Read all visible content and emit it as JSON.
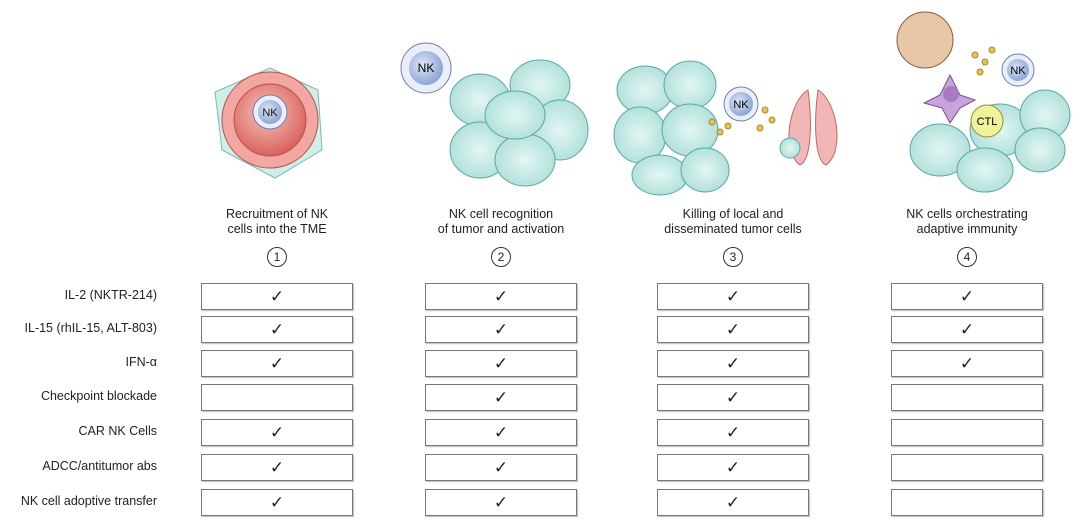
{
  "stages": [
    {
      "num": "1",
      "title_line1": "Recruitment of NK",
      "title_line2": "cells into the TME"
    },
    {
      "num": "2",
      "title_line1": "NK cell recognition",
      "title_line2": "of tumor and activation"
    },
    {
      "num": "3",
      "title_line1": "Killing of local and",
      "title_line2": "disseminated tumor cells"
    },
    {
      "num": "4",
      "title_line1": "NK cells orchestrating",
      "title_line2": "adaptive immunity"
    }
  ],
  "cell_labels": {
    "nk": "NK",
    "ctl": "CTL"
  },
  "check_symbol": "✓",
  "rows": [
    {
      "label": "IL-2 (NKTR-214)",
      "checks": [
        true,
        true,
        true,
        true
      ]
    },
    {
      "label": "IL-15 (rhIL-15, ALT-803)",
      "checks": [
        true,
        true,
        true,
        true
      ]
    },
    {
      "label": "IFN-α",
      "checks": [
        true,
        true,
        true,
        true
      ]
    },
    {
      "label": "Checkpoint blockade",
      "checks": [
        false,
        true,
        true,
        false
      ]
    },
    {
      "label": "CAR NK Cells",
      "checks": [
        true,
        true,
        true,
        false
      ]
    },
    {
      "label": "ADCC/antitumor abs",
      "checks": [
        true,
        true,
        true,
        false
      ]
    },
    {
      "label": "NK cell adoptive transfer",
      "checks": [
        true,
        true,
        true,
        false
      ]
    }
  ],
  "colors": {
    "tumor": "#bfe6e2",
    "tumor_stroke": "#5aa8a3",
    "vessel": "#e88a86",
    "nk": "#b9c8e6",
    "ctl": "#eef29a",
    "dc": "#c9a3dc",
    "lymph": "#e8c6a8",
    "cytokine": "#e2c45a"
  }
}
